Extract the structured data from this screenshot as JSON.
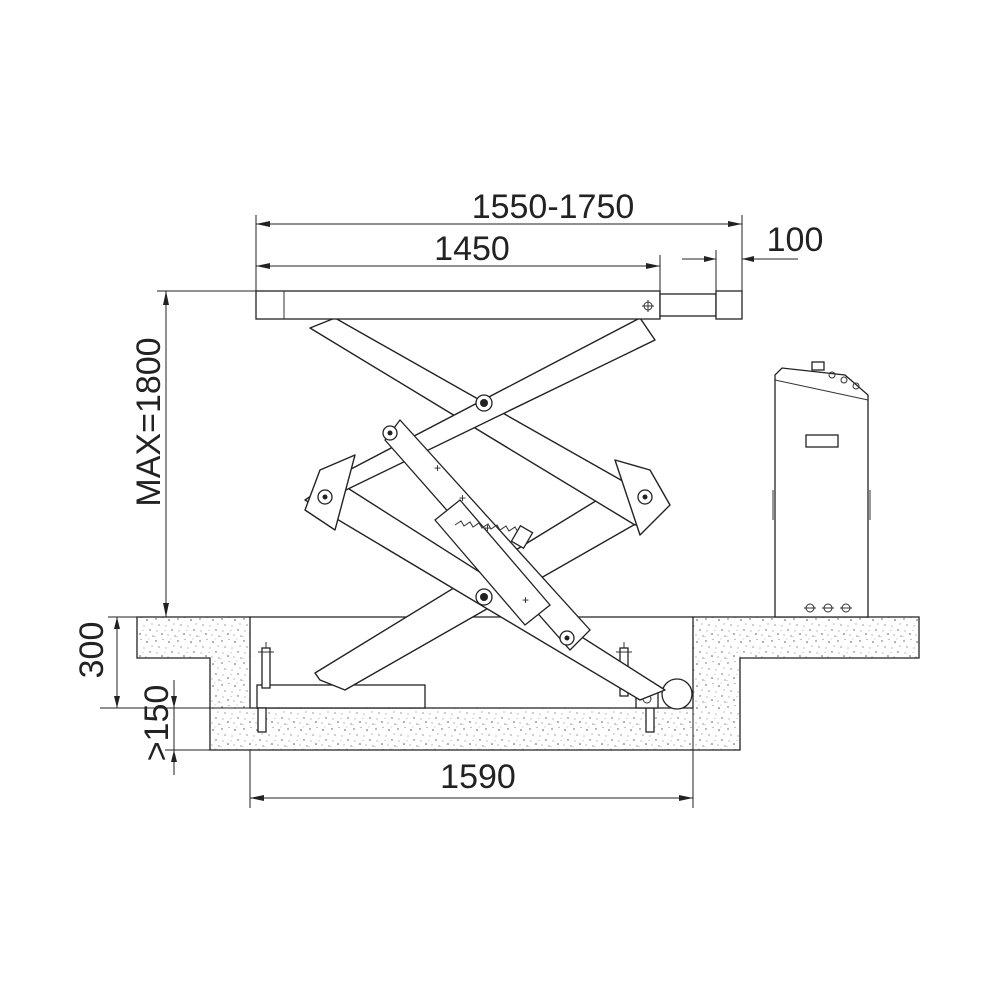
{
  "dimensions": {
    "overall_length": "1550-1750",
    "platform_length": "1450",
    "extension": "100",
    "max_height": "MAX=1800",
    "pit_depth": "300",
    "base_thickness": ">150",
    "pit_length": "1590"
  },
  "colors": {
    "line": "#222222",
    "background": "#ffffff",
    "concrete_speckle": "#555555"
  }
}
